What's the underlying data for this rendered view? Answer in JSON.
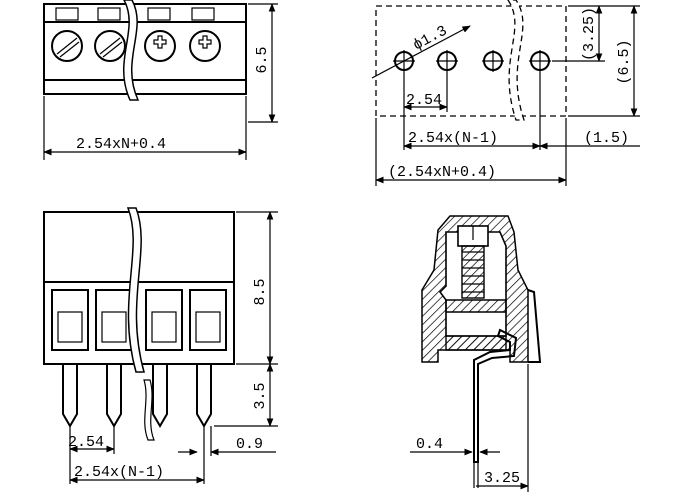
{
  "front_view": {
    "width_dim": "2.54xN+0.4",
    "height_dim": "6.5"
  },
  "pcb_layout": {
    "hole_dia": "ϕ1.3",
    "pitch": "2.54",
    "span": "2.54x(N-1)",
    "overall": "(2.54xN+0.4)",
    "offset": "(1.5)",
    "row_offset": "(3.25)",
    "depth": "(6.5)"
  },
  "side_view": {
    "body_height": "8.5",
    "pin_length": "3.5",
    "pitch": "2.54",
    "span": "2.54x(N-1)",
    "pin_dim": "0.9"
  },
  "cross_section": {
    "pin_thickness": "0.4",
    "offset": "3.25"
  }
}
